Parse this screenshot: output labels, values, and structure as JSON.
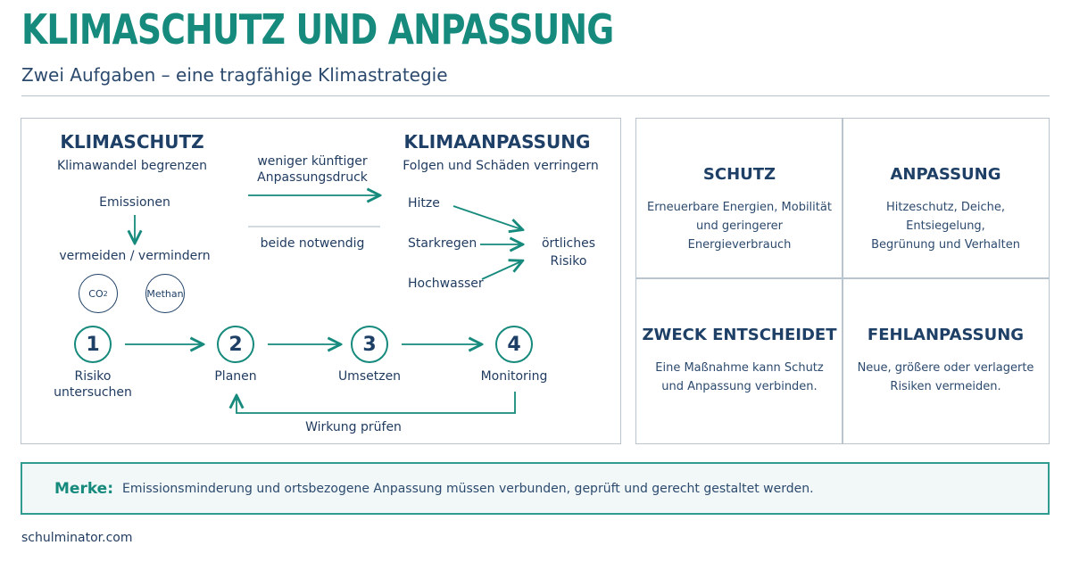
{
  "header": {
    "title": "KLIMASCHUTZ UND ANPASSUNG",
    "subtitle": "Zwei Aufgaben – eine tragfähige Klimastrategie"
  },
  "diagram": {
    "klimaschutz": {
      "title": "KLIMASCHUTZ",
      "subtitle": "Klimawandel begrenzen",
      "emissions": "Emissionen",
      "action": "vermeiden / vermindern",
      "gas_co2": "CO",
      "gas_co2_sub": "2",
      "gas_methan": "Methan"
    },
    "middle": {
      "arrow_label_line1": "weniger künftiger",
      "arrow_label_line2": "Anpassungsdruck",
      "both_needed": "beide notwendig"
    },
    "klimaanpassung": {
      "title": "KLIMAANPASSUNG",
      "subtitle": "Folgen und Schäden verringern",
      "hazards": [
        "Hitze",
        "Starkregen",
        "Hochwasser"
      ],
      "risk_line1": "örtliches",
      "risk_line2": "Risiko"
    },
    "steps": [
      {
        "number": "1",
        "label_line1": "Risiko",
        "label_line2": "untersuchen"
      },
      {
        "number": "2",
        "label_line1": "Planen",
        "label_line2": ""
      },
      {
        "number": "3",
        "label_line1": "Umsetzen",
        "label_line2": ""
      },
      {
        "number": "4",
        "label_line1": "Monitoring",
        "label_line2": ""
      }
    ],
    "loop_label": "Wirkung prüfen"
  },
  "grid": [
    {
      "title": "SCHUTZ",
      "line1": "Erneuerbare Energien, Mobilität",
      "line2": "und geringerer Energieverbrauch"
    },
    {
      "title": "ANPASSUNG",
      "line1": "Hitzeschutz, Deiche, Entsiegelung,",
      "line2": "Begrünung und Verhalten"
    },
    {
      "title": "ZWECK ENTSCHEIDET",
      "line1": "Eine Maßnahme kann Schutz",
      "line2": "und Anpassung verbinden."
    },
    {
      "title": "FEHLANPASSUNG",
      "line1": "Neue, größere oder verlagerte",
      "line2": "Risiken vermeiden."
    }
  ],
  "merke": {
    "label": "Merke:",
    "text": "Emissionsminderung und ortsbezogene Anpassung müssen verbunden, geprüft und gerecht gestaltet werden."
  },
  "footer": {
    "site": "schulminator.com"
  },
  "colors": {
    "accent": "#168a7c",
    "navy": "#1e3f66",
    "border": "#b9c4cf"
  }
}
